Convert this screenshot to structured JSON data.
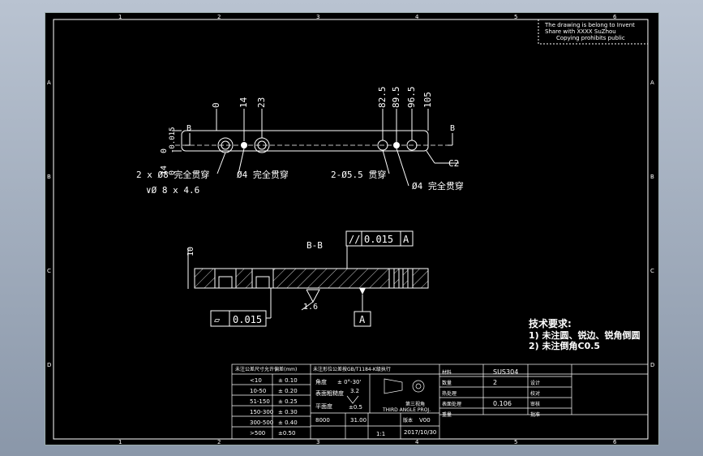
{
  "border_labels": {
    "top": [
      "1",
      "2",
      "3",
      "4",
      "5",
      "6"
    ],
    "bottom": [
      "1",
      "2",
      "3",
      "4",
      "5",
      "6"
    ],
    "left": [
      "A",
      "B",
      "C",
      "D"
    ],
    "right": [
      "A",
      "B",
      "C",
      "D"
    ]
  },
  "note_box": [
    "The drawing is belong to Invent",
    "Share with XXXX SuZhou",
    "Copying prohibits public"
  ],
  "top_view": {
    "dims_top": [
      "0",
      "14",
      "23",
      "82.5",
      "89.5",
      "96.5",
      "105"
    ],
    "dims_left": [
      "0",
      "-0.015",
      "14",
      "0"
    ],
    "section_marks": [
      "B",
      "B"
    ],
    "c_label": "C2",
    "hole_notes": [
      "2 x Ø8 完全贯穿",
      "∨Ø 8 x 4.6",
      "Ø4 完全贯穿",
      "2-Ø5.5 贯穿",
      "Ø4 完全贯穿"
    ]
  },
  "section_view": {
    "title": "B-B",
    "height_dim": "10",
    "parallel_symbol": "//",
    "parallel_tol": "0.015",
    "datum_ref": "A",
    "flat_symbol": "▱",
    "flat_tol": "0.015",
    "roughness": "1.6",
    "datum_label": "A"
  },
  "tech_req": [
    "技术要求:",
    "1) 未注圆、锐边、锐角倒圆",
    "2) 未注倒角C0.5"
  ],
  "title_block": {
    "tol_header": "未注公差尺寸允许偏差(mm)",
    "tol_rows": [
      [
        "<10",
        "± 0.10"
      ],
      [
        "10-50",
        "± 0.20"
      ],
      [
        "51-150",
        "± 0.25"
      ],
      [
        "150-300",
        "± 0.30"
      ],
      [
        "300-500",
        "± 0.40"
      ],
      [
        ">500",
        "±0.50"
      ]
    ],
    "middle_header": "未注形位公差按GB/T1184-K级执行",
    "angle_label": "角度",
    "angle_value": "± 0°-30'",
    "rough_label": "表面粗糙度",
    "rough_value": "3.2",
    "flat_label": "平面度",
    "flat_value": "±0.5",
    "weight_label": "重量",
    "weight_value": "8000",
    "scale_value": "1:1",
    "qty_value": "31.00",
    "projection_label": "第三视角",
    "projection": "THIRD ANGLE PROJ.",
    "version_label": "版本",
    "version": "V00",
    "date": "2017/10/30",
    "field_labels": [
      "材料",
      "数量",
      "热处理",
      "表面处理",
      "重量"
    ],
    "field_values": [
      "SUS304",
      "2",
      "",
      "0.106",
      ""
    ],
    "right_labels": [
      "设计",
      "校对",
      "审核",
      "批准"
    ]
  }
}
